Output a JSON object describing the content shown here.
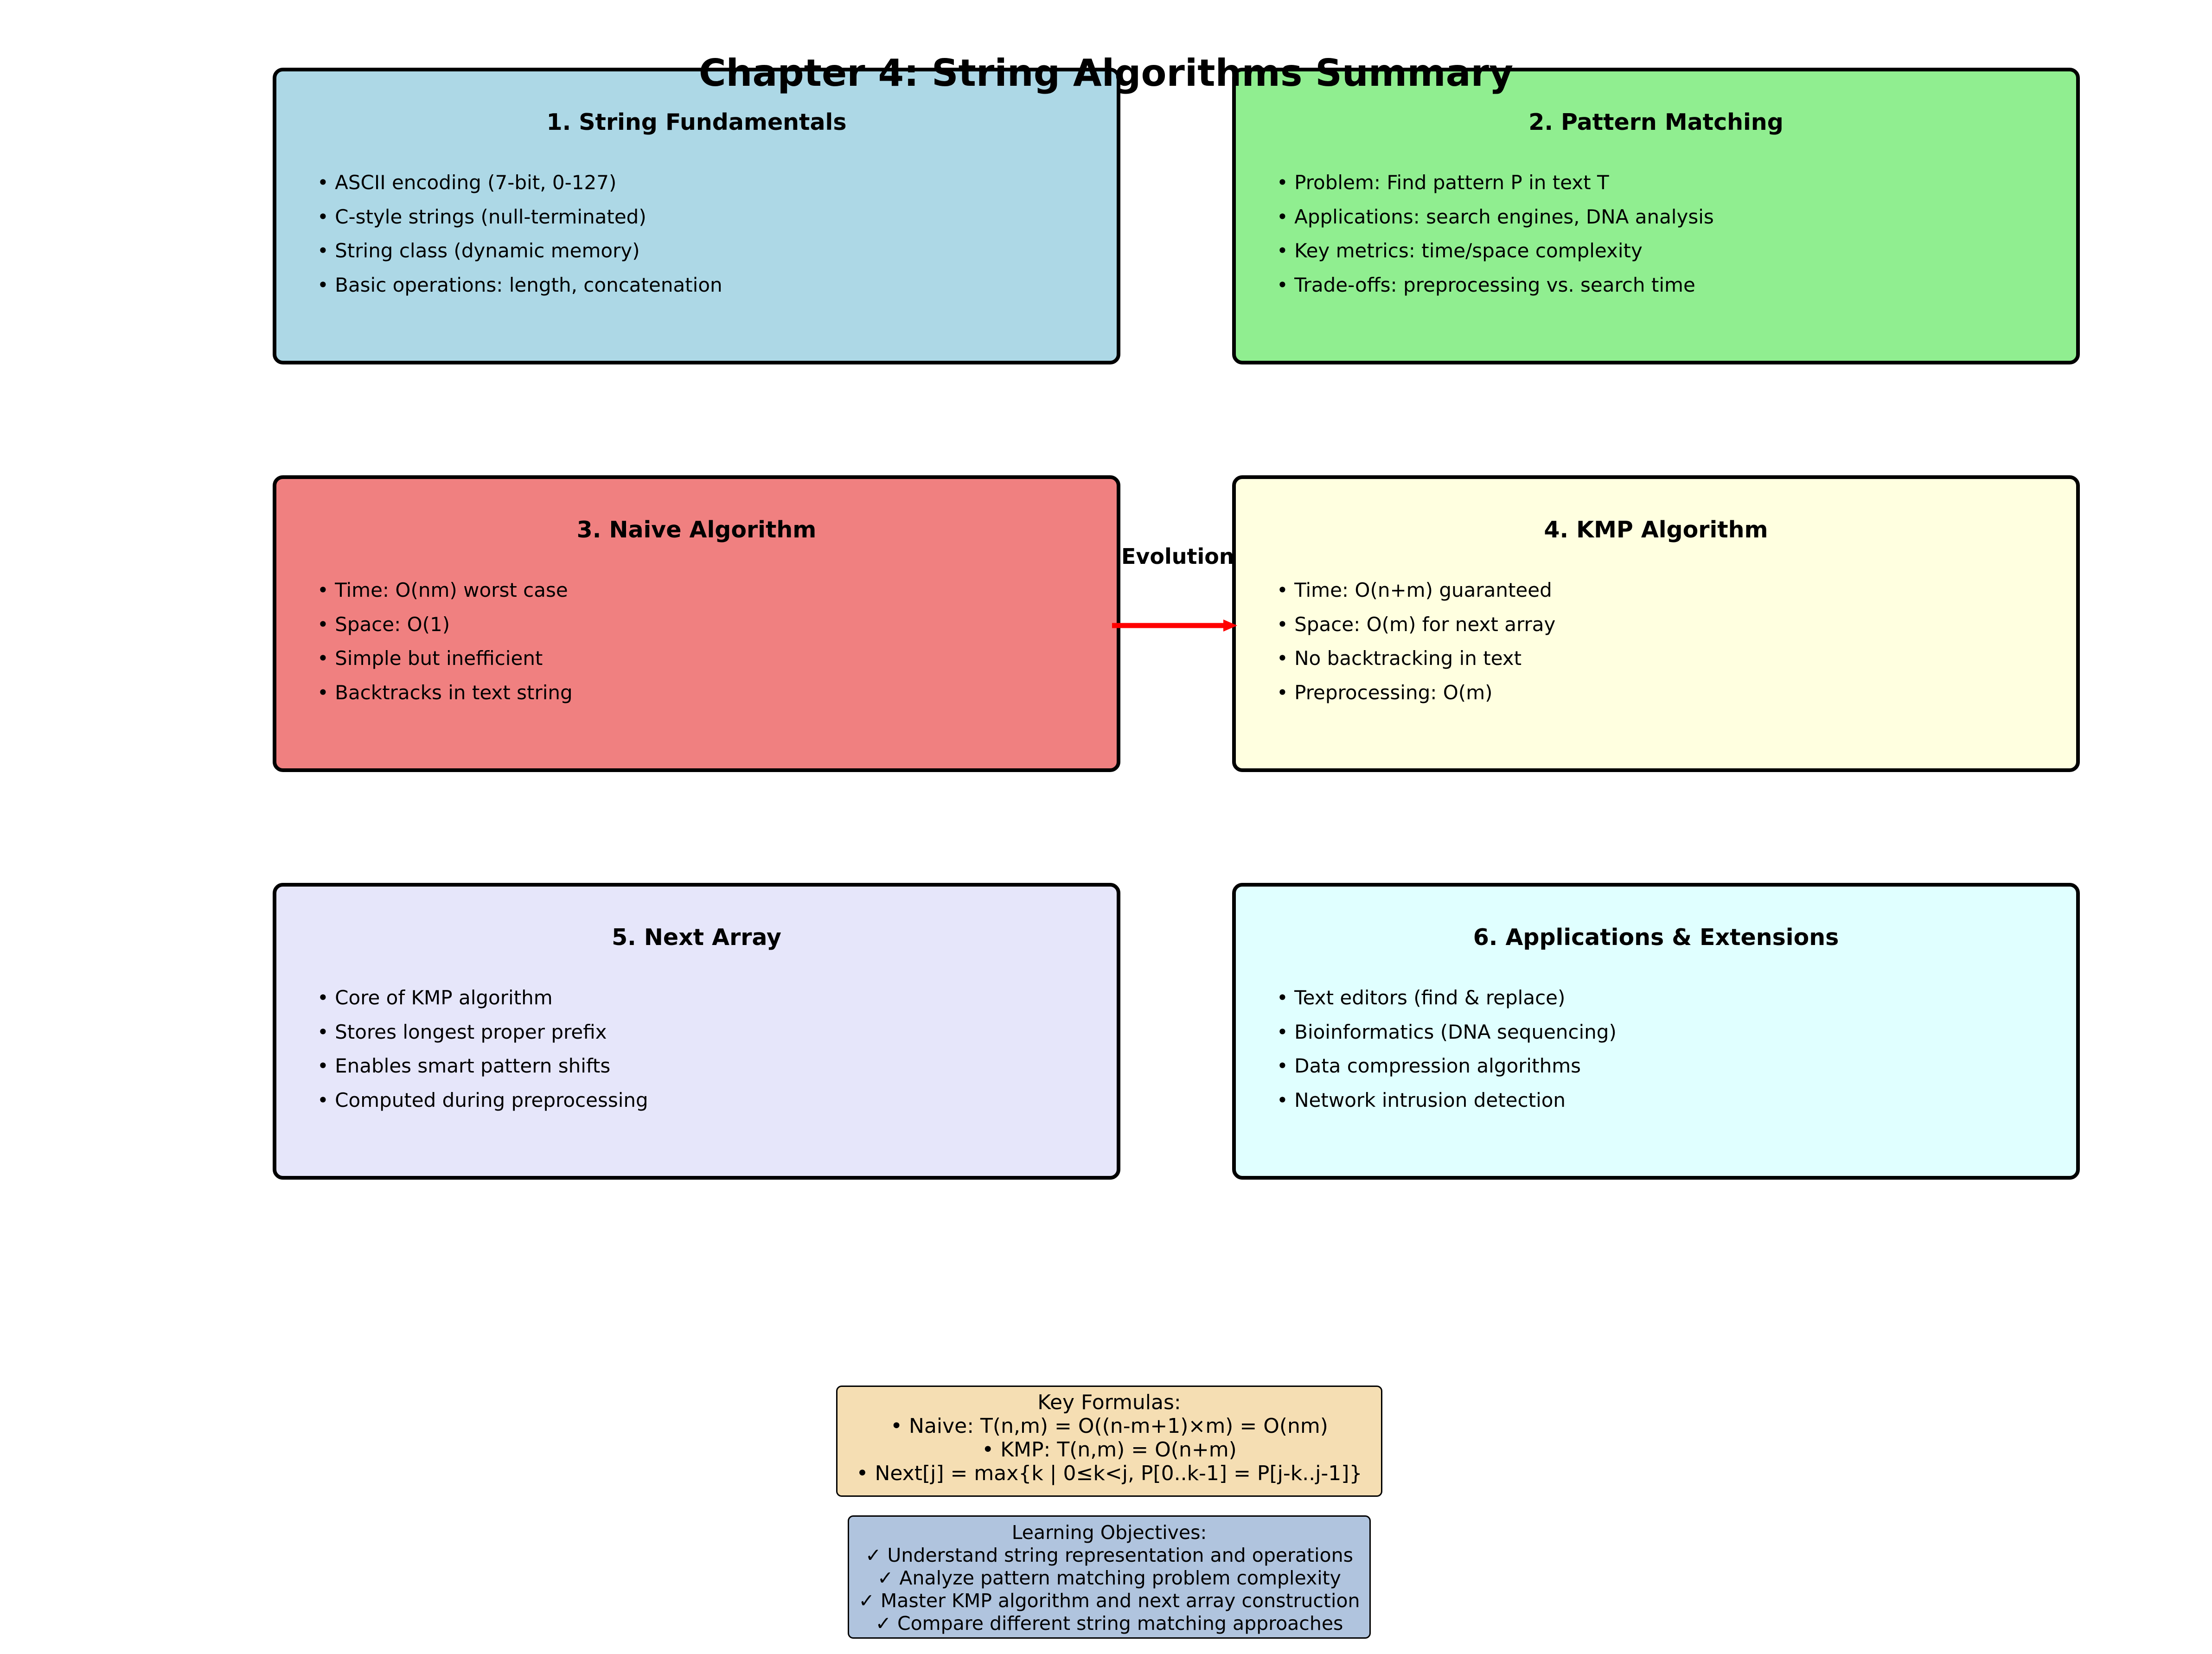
{
  "title": "Chapter 4: String Algorithms Summary",
  "boxes": [
    {
      "title": "1. String Fundamentals",
      "color": "#add8e6",
      "items": [
        "• ASCII encoding (7-bit, 0-127)",
        "• C-style strings (null-terminated)",
        "• String class (dynamic memory)",
        "• Basic operations: length, concatenation"
      ]
    },
    {
      "title": "2. Pattern Matching",
      "color": "#90ee90",
      "items": [
        "• Problem: Find pattern P in text T",
        "• Applications: search engines, DNA analysis",
        "• Key metrics: time/space complexity",
        "• Trade-offs: preprocessing vs. search time"
      ]
    },
    {
      "title": "3. Naive Algorithm",
      "color": "#f08080",
      "items": [
        "• Time: O(nm) worst case",
        "• Space: O(1)",
        "• Simple but inefficient",
        "• Backtracks in text string"
      ]
    },
    {
      "title": "4. KMP Algorithm",
      "color": "#ffffe0",
      "items": [
        "• Time: O(n+m) guaranteed",
        "• Space: O(m) for next array",
        "• No backtracking in text",
        "• Preprocessing: O(m)"
      ]
    },
    {
      "title": "5. Next Array",
      "color": "#e6e6fa",
      "items": [
        "• Core of KMP algorithm",
        "• Stores longest proper prefix",
        "• Enables smart pattern shifts",
        "• Computed during preprocessing"
      ]
    },
    {
      "title": "6. Applications & Extensions",
      "color": "#e0ffff",
      "items": [
        "• Text editors (find & replace)",
        "• Bioinformatics (DNA sequencing)",
        "• Data compression algorithms",
        "• Network intrusion detection"
      ]
    }
  ],
  "arrow": {
    "label": "Evolution",
    "color": "#ff0000"
  },
  "formulas": {
    "color": "#f5deb3",
    "lines": [
      "Key Formulas:",
      "• Naive: T(n,m) = O((n-m+1)×m) = O(nm)",
      "• KMP: T(n,m) = O(n+m)",
      "• Next[j] = max{k | 0≤k<j, P[0..k-1] = P[j-k..j-1]}"
    ]
  },
  "objectives": {
    "color": "#b0c4de",
    "lines": [
      "Learning Objectives:",
      "✓ Understand string representation and operations",
      "✓ Analyze pattern matching problem complexity",
      "✓ Master KMP algorithm and next array construction",
      "✓ Compare different string matching approaches"
    ]
  }
}
